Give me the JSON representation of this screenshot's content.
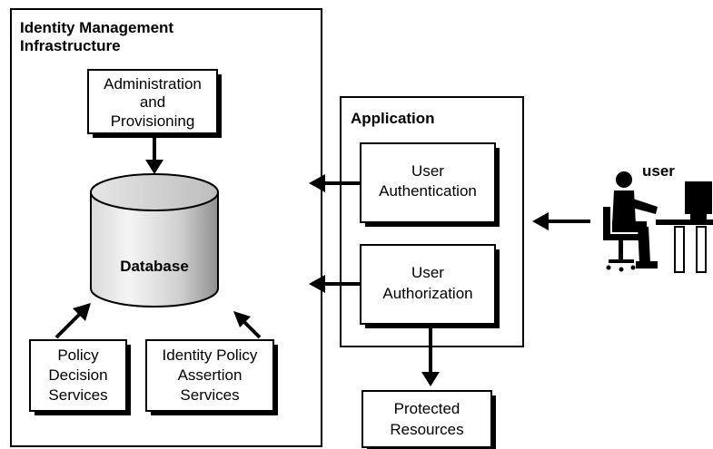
{
  "idm": {
    "title_line1": "Identity Management",
    "title_line2": "Infrastructure"
  },
  "admin": {
    "line1": "Administration",
    "line2": "and",
    "line3": "Provisioning"
  },
  "database": {
    "label": "Database"
  },
  "pds": {
    "line1": "Policy",
    "line2": "Decision",
    "line3": "Services"
  },
  "ipas": {
    "line1": "Identity Policy",
    "line2": "Assertion",
    "line3": "Services"
  },
  "application": {
    "title": "Application"
  },
  "user_authn": {
    "line1": "User",
    "line2": "Authentication"
  },
  "user_authz": {
    "line1": "User",
    "line2": "Authorization"
  },
  "protected": {
    "line1": "Protected",
    "line2": "Resources"
  },
  "user": {
    "label": "user"
  },
  "colors": {
    "stroke": "#000000",
    "background": "#ffffff",
    "cylinder_light": "#f2f2f2",
    "cylinder_dark": "#9a9a9a"
  }
}
